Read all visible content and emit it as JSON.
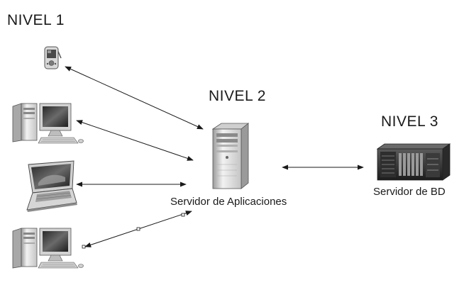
{
  "levels": {
    "nivel1": "NIVEL 1",
    "nivel2": "NIVEL 2",
    "nivel3": "NIVEL 3"
  },
  "nodes": {
    "app_server_label": "Servidor de Aplicaciones",
    "db_server_label": "Servidor de BD"
  },
  "icons": {
    "client_pda": "pda-icon",
    "client_desktop_1": "desktop-computer-icon",
    "client_laptop": "laptop-icon",
    "client_desktop_2": "desktop-computer-icon",
    "app_server": "tower-server-icon",
    "db_server": "rack-server-icon"
  },
  "colors": {
    "line": "#1a1a1a",
    "device_light": "#e6e6e6",
    "device_mid": "#b5b5b5",
    "device_dark": "#3c3c3c"
  }
}
